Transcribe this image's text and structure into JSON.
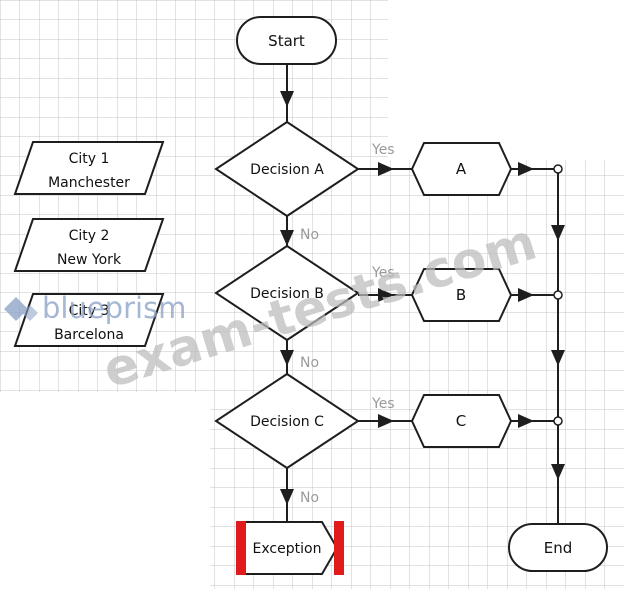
{
  "diagram": {
    "colors": {
      "grid": "#c4c4c4",
      "stroke": "#1e1e1e",
      "label_muted": "#9a9a9a",
      "exception_bar": "#e11b1b",
      "watermark": "#bcbcbc",
      "brand": "#8fa6c8"
    },
    "start": "Start",
    "end": "End",
    "decisions": [
      {
        "label": "Decision A",
        "yes": "Yes",
        "no": "No"
      },
      {
        "label": "Decision B",
        "yes": "Yes",
        "no": "No"
      },
      {
        "label": "Decision C",
        "yes": "Yes",
        "no": "No"
      }
    ],
    "actions": [
      "A",
      "B",
      "C"
    ],
    "exception": "Exception",
    "data_items": [
      {
        "line1": "City 1",
        "line2": "Manchester"
      },
      {
        "line1": "City 2",
        "line2": "New York"
      },
      {
        "line1": "City 3",
        "line2": "Barcelona"
      }
    ]
  },
  "watermarks": {
    "site": "exam-tests.com",
    "brand": "blueprism"
  }
}
